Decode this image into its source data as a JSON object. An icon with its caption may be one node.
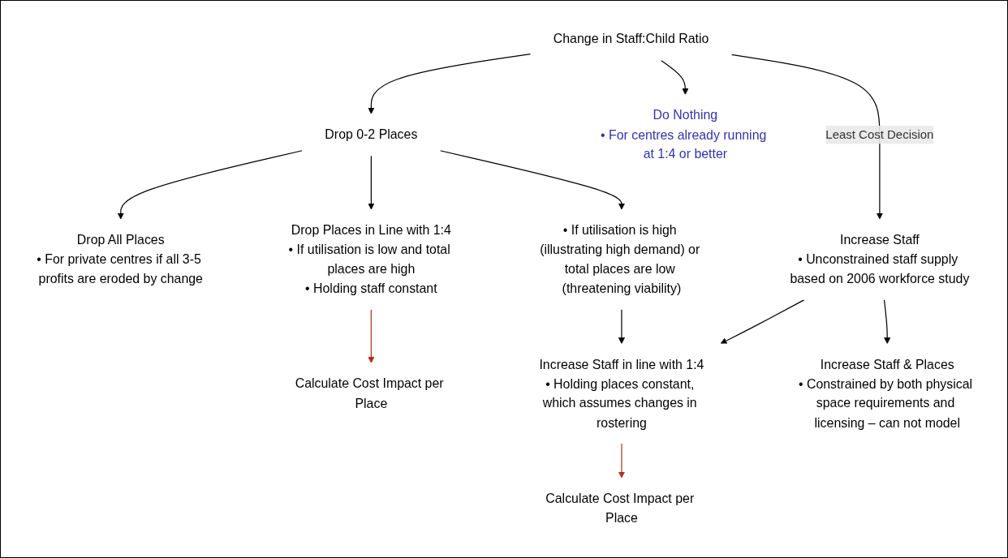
{
  "diagram": {
    "nodes": [
      {
        "text": [
          "Change in Staff:Child Ratio"
        ]
      },
      {
        "text": [
          "Drop 0-2 Places"
        ]
      },
      {
        "text": [
          "Do Nothing",
          "• For centres already running at 1:4 or better"
        ]
      },
      {
        "text": [
          "Increase Staff",
          "• Unconstrained staff supply based on 2006 workforce study"
        ]
      },
      {
        "text": [
          "Drop All Places",
          "• For private centres if all 3-5 profits are eroded by change"
        ]
      },
      {
        "text": [
          "Drop Places in Line with 1:4",
          "• If utilisation is low and total places are high",
          "• Holding staff constant"
        ]
      },
      {
        "text": [
          "• If utilisation is high (illustrating high demand) or total places are low (threatening viability)"
        ]
      },
      {
        "text": [
          "Increase Staff in line with 1:4",
          "• Holding places constant, which assumes changes in rostering"
        ]
      },
      {
        "text": [
          "Increase Staff & Places",
          "• Constrained by both physical space requirements and licensing – can not model"
        ]
      },
      {
        "text": [
          "Calculate Cost Impact per Place"
        ]
      },
      {
        "text": [
          "Calculate Cost Impact per Place"
        ]
      }
    ],
    "edges": [
      {
        "from": 0,
        "to": 1,
        "arrow": "to"
      },
      {
        "from": 0,
        "to": 2,
        "arrow": "to"
      },
      {
        "from": 0,
        "to": 3,
        "arrow": "to",
        "label": "Least Cost Decision"
      },
      {
        "from": 1,
        "to": 4,
        "arrow": "to"
      },
      {
        "from": 1,
        "to": 5,
        "arrow": "to"
      },
      {
        "from": 1,
        "to": 6,
        "arrow": "to"
      },
      {
        "from": 6,
        "to": 7,
        "arrow": "to"
      },
      {
        "from": 3,
        "to": 7,
        "arrow": "to"
      },
      {
        "from": 3,
        "to": 8,
        "arrow": "to"
      },
      {
        "from": 5,
        "to": 9,
        "arrow": "to",
        "color": "#b0301a"
      },
      {
        "from": 7,
        "to": 10,
        "arrow": "to",
        "color": "#b0301a"
      }
    ]
  }
}
